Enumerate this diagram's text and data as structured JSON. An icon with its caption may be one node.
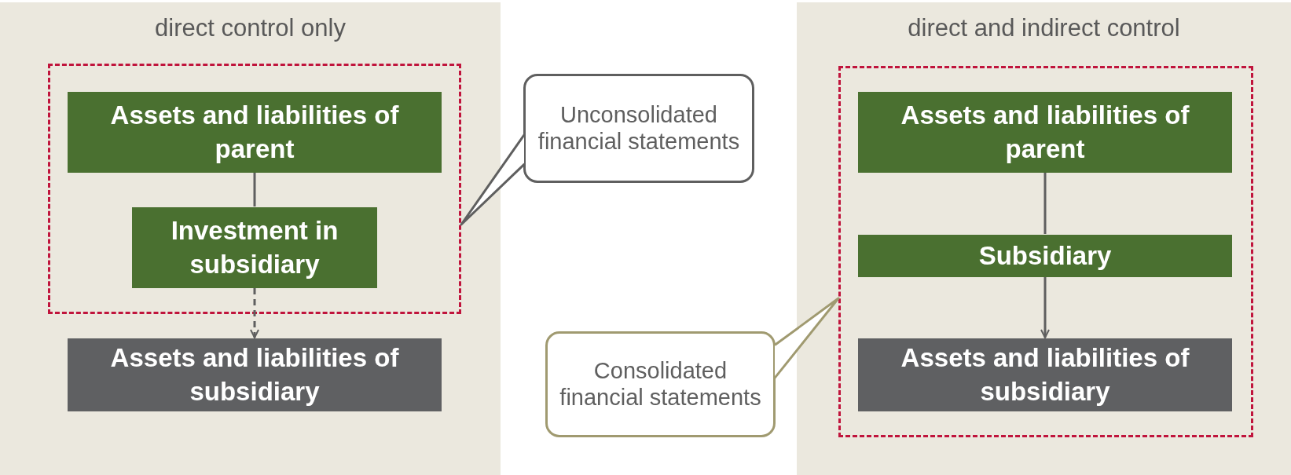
{
  "diagram": {
    "nodes": [
      {
        "text": [
          "direct control only"
        ]
      },
      {
        "text": [],
        "shape": "box",
        "in": 0
      },
      {
        "text": [
          "Assets and liabilities of parent"
        ],
        "in": 1
      },
      {
        "text": [
          "Investment in subsidiary"
        ],
        "in": 1
      },
      {
        "text": [
          "Assets and liabilities of subsidiary"
        ],
        "in": 0
      },
      {
        "text": [
          "Unconsolidated financial statements"
        ]
      },
      {
        "text": [
          "direct  and indirect control"
        ]
      },
      {
        "text": [],
        "shape": "box",
        "in": 6
      },
      {
        "text": [
          "Assets and liabilities of parent"
        ],
        "in": 7
      },
      {
        "text": [
          "Subsidiary"
        ],
        "in": 7
      },
      {
        "text": [
          "Assets and liabilities of subsidiary"
        ],
        "in": 7
      },
      {
        "text": [
          "Consolidated financial statements"
        ]
      }
    ],
    "edges": [
      {
        "from": 2,
        "to": 3,
        "arrow": "none"
      },
      {
        "from": 3,
        "to": 4,
        "arrow": "to",
        "style": "dashed"
      },
      {
        "from": 8,
        "to": 9,
        "arrow": "none"
      },
      {
        "from": 9,
        "to": 10,
        "arrow": "to"
      },
      {
        "from": 5,
        "to": 1,
        "arrow": "none"
      },
      {
        "from": 11,
        "to": 7,
        "arrow": "none",
        "color": "#a09a70"
      }
    ]
  }
}
